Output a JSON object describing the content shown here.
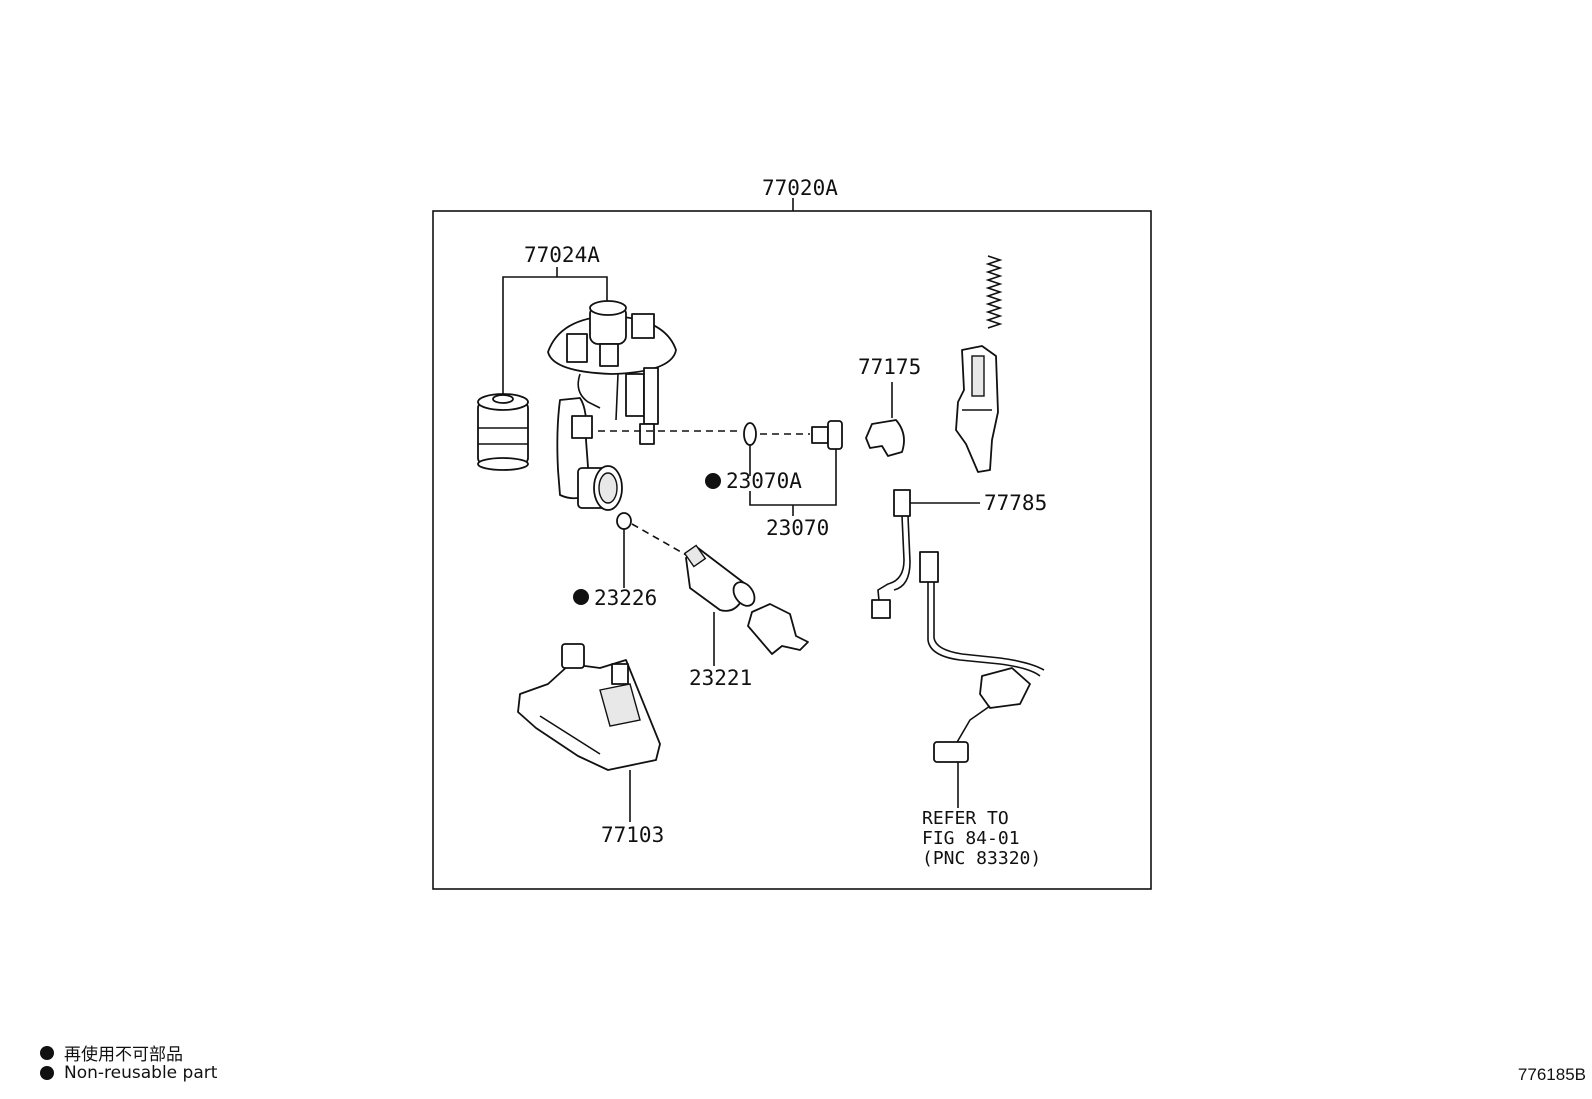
{
  "parts": {
    "assembly": "77020A",
    "sub_assembly": "77024A",
    "gauge_retainer": "77175",
    "outlet_pipe": "23070",
    "o_ring_pipe": "23070A",
    "o_ring_pump": "23226",
    "fuel_pump": "23221",
    "sender_wire": "77785",
    "suction_cup": "77103"
  },
  "reference": {
    "line1": "REFER TO",
    "line2": "FIG 84-01",
    "line3": "(PNC 83320)"
  },
  "legend": {
    "line_ja": "再使用不可部品",
    "line_en": "Non-reusable part"
  },
  "figure_id": "776185B"
}
